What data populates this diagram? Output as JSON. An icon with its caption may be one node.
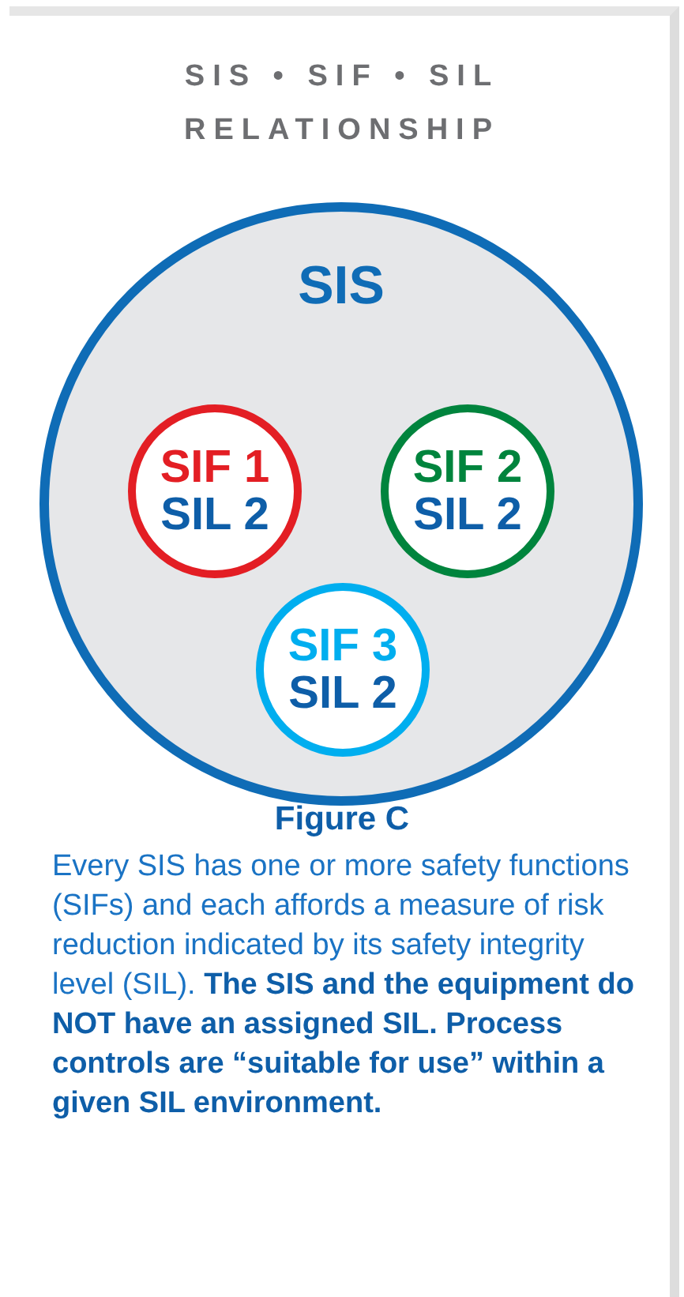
{
  "diagram": {
    "title": "SIS • SIF • SIL RELATIONSHIP",
    "nodes": [
      {
        "text": [
          "SIS"
        ]
      },
      {
        "text": [
          "SIF 1",
          "SIL 2"
        ],
        "in": 0
      },
      {
        "text": [
          "SIF 2",
          "SIL 2"
        ],
        "in": 0
      },
      {
        "text": [
          "SIF 3",
          "SIL 2"
        ],
        "in": 0
      }
    ],
    "labels": [
      "Figure C"
    ],
    "caption": "Every SIS has one or more safety functions (SIFs) and each affords a measure of risk reduction indicated by its safety integrity level (SIL). **The SIS and the equipment do NOT have an assigned SIL. Process controls are “suitable for use” within a given SIL environment.**"
  }
}
